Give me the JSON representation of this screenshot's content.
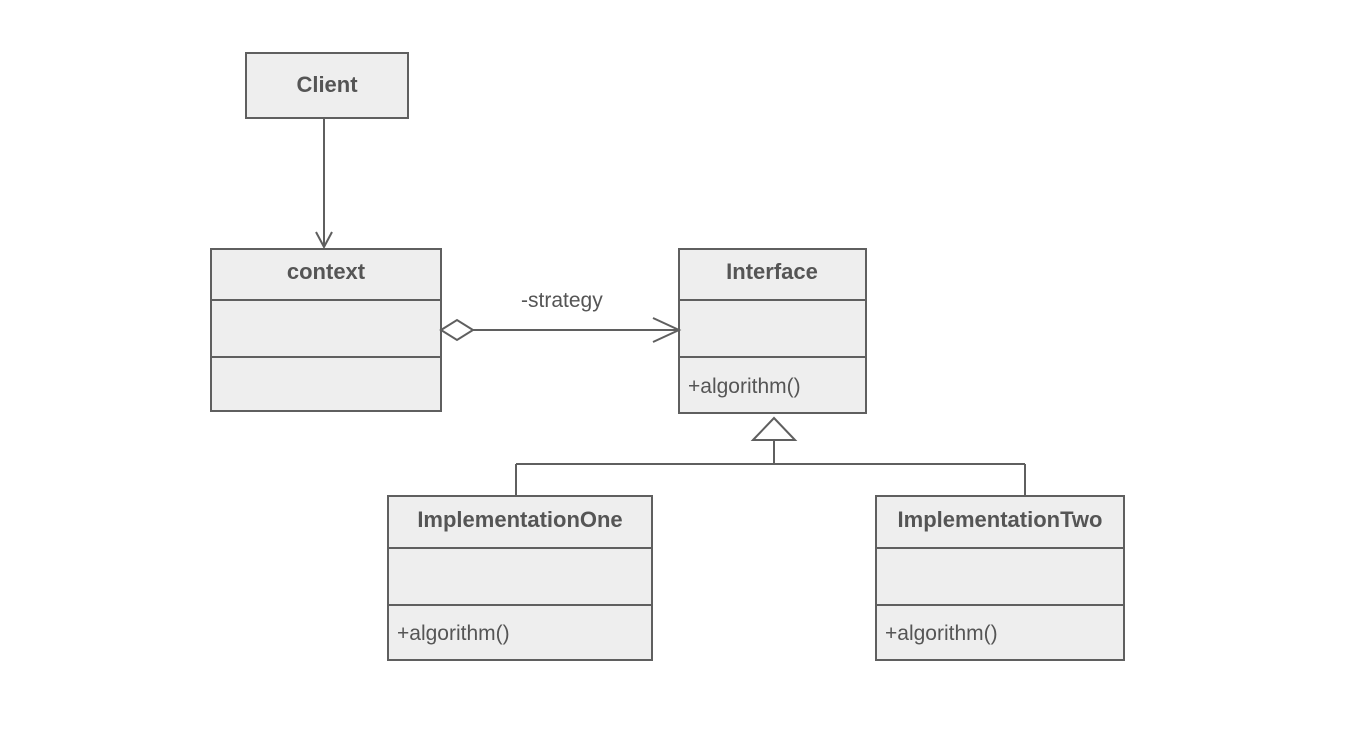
{
  "classes": {
    "client": {
      "name": "Client"
    },
    "context": {
      "name": "context",
      "attributes": "",
      "methods": ""
    },
    "interface": {
      "name": "Interface",
      "attributes": "",
      "methods": "+algorithm()"
    },
    "implementation_one": {
      "name": "ImplementationOne",
      "attributes": "",
      "methods": "+algorithm()"
    },
    "implementation_two": {
      "name": "ImplementationTwo",
      "attributes": "",
      "methods": "+algorithm()"
    }
  },
  "relations": {
    "client_to_context": {
      "type": "association",
      "label": ""
    },
    "context_to_interface": {
      "type": "aggregation",
      "label": "-strategy"
    },
    "implementations_to_interface": {
      "type": "generalization",
      "label": ""
    }
  },
  "colors": {
    "box_fill": "#eeeeee",
    "stroke": "#5f5f5f",
    "text": "#555555",
    "background": "#ffffff"
  }
}
